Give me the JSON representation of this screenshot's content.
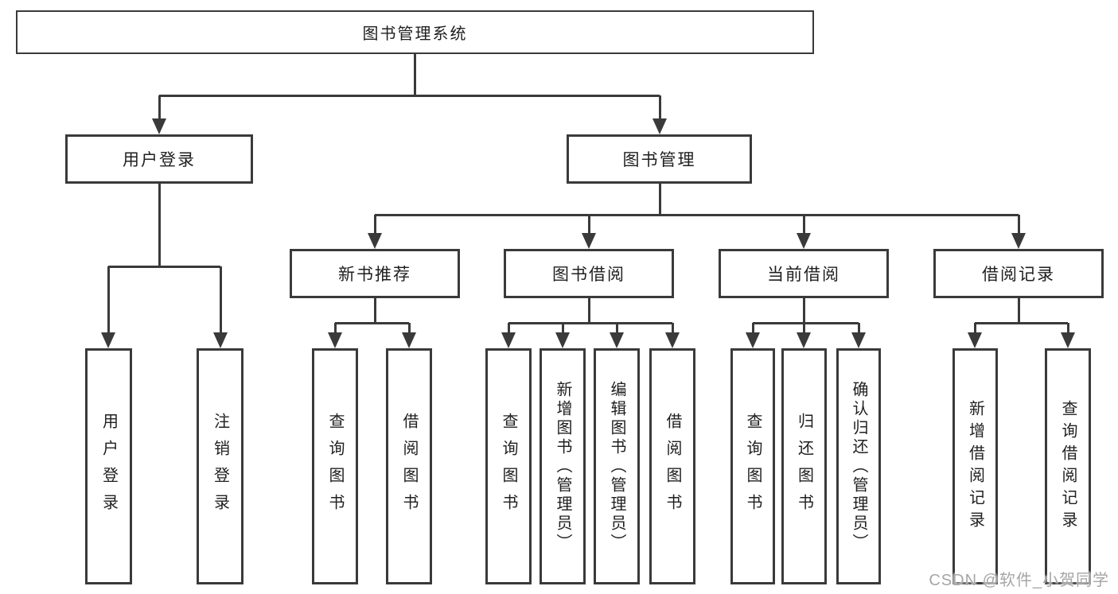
{
  "nodes": {
    "root": {
      "label": "图书管理系统"
    },
    "user_login": {
      "label": "用户登录"
    },
    "book_mgmt": {
      "label": "图书管理"
    },
    "new_book_rec": {
      "label": "新书推荐"
    },
    "book_borrow": {
      "label": "图书借阅"
    },
    "current_borrow": {
      "label": "当前借阅"
    },
    "borrow_records": {
      "label": "借阅记录"
    },
    "leaf_user_login": {
      "label": "用户登录"
    },
    "leaf_logout": {
      "label": "注销登录"
    },
    "leaf_query_book_1": {
      "label": "查询图书"
    },
    "leaf_borrow_book_1": {
      "label": "借阅图书"
    },
    "leaf_query_book_2": {
      "label": "查询图书"
    },
    "leaf_add_book": {
      "label": "新增图书（管理员）"
    },
    "leaf_edit_book": {
      "label": "编辑图书（管理员）"
    },
    "leaf_borrow_book_2": {
      "label": "借阅图书"
    },
    "leaf_query_book_3": {
      "label": "查询图书"
    },
    "leaf_return_book": {
      "label": "归还图书"
    },
    "leaf_confirm_return": {
      "label": "确认归还（管理员）"
    },
    "leaf_add_record": {
      "label": "新增借阅记录"
    },
    "leaf_query_record": {
      "label": "查询借阅记录"
    }
  },
  "structure": {
    "label": "图书管理系统",
    "children": [
      {
        "label": "用户登录",
        "children": [
          {
            "label": "用户登录"
          },
          {
            "label": "注销登录"
          }
        ]
      },
      {
        "label": "图书管理",
        "children": [
          {
            "label": "新书推荐",
            "children": [
              {
                "label": "查询图书"
              },
              {
                "label": "借阅图书"
              }
            ]
          },
          {
            "label": "图书借阅",
            "children": [
              {
                "label": "查询图书"
              },
              {
                "label": "新增图书（管理员）"
              },
              {
                "label": "编辑图书（管理员）"
              },
              {
                "label": "借阅图书"
              }
            ]
          },
          {
            "label": "当前借阅",
            "children": [
              {
                "label": "查询图书"
              },
              {
                "label": "归还图书"
              },
              {
                "label": "确认归还（管理员）"
              }
            ]
          },
          {
            "label": "借阅记录",
            "children": [
              {
                "label": "新增借阅记录"
              },
              {
                "label": "查询借阅记录"
              }
            ]
          }
        ]
      }
    ]
  },
  "watermark": {
    "text": "CSDN @软件_小贺同学"
  },
  "colors": {
    "line": "#3a3a3a",
    "text": "#1f1f1f",
    "watermark": "#a6a6a6",
    "background": "#ffffff"
  }
}
